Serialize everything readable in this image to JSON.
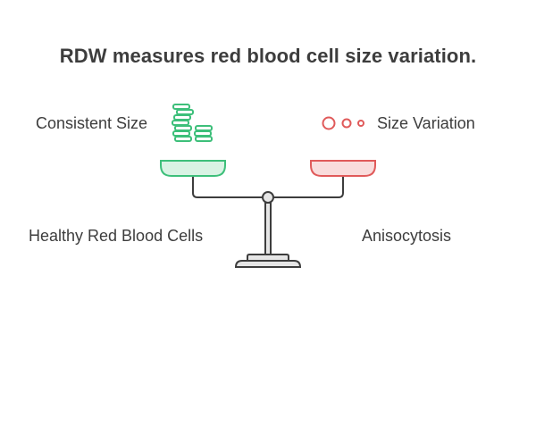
{
  "title": "RDW measures red blood cell size variation.",
  "left": {
    "top_label": "Consistent Size",
    "bottom_label": "Healthy Red Blood Cells",
    "icon": "stacked-coins-icon",
    "color": "#3dbf7a",
    "fill": "#d9f3e4"
  },
  "right": {
    "top_label": "Size Variation",
    "bottom_label": "Anisocytosis",
    "icon": "varying-circles-icon",
    "color": "#e05a5a",
    "fill": "#f9dcdc"
  },
  "scale_color": "#3d3d3d",
  "base_fill": "#e6e6e6"
}
